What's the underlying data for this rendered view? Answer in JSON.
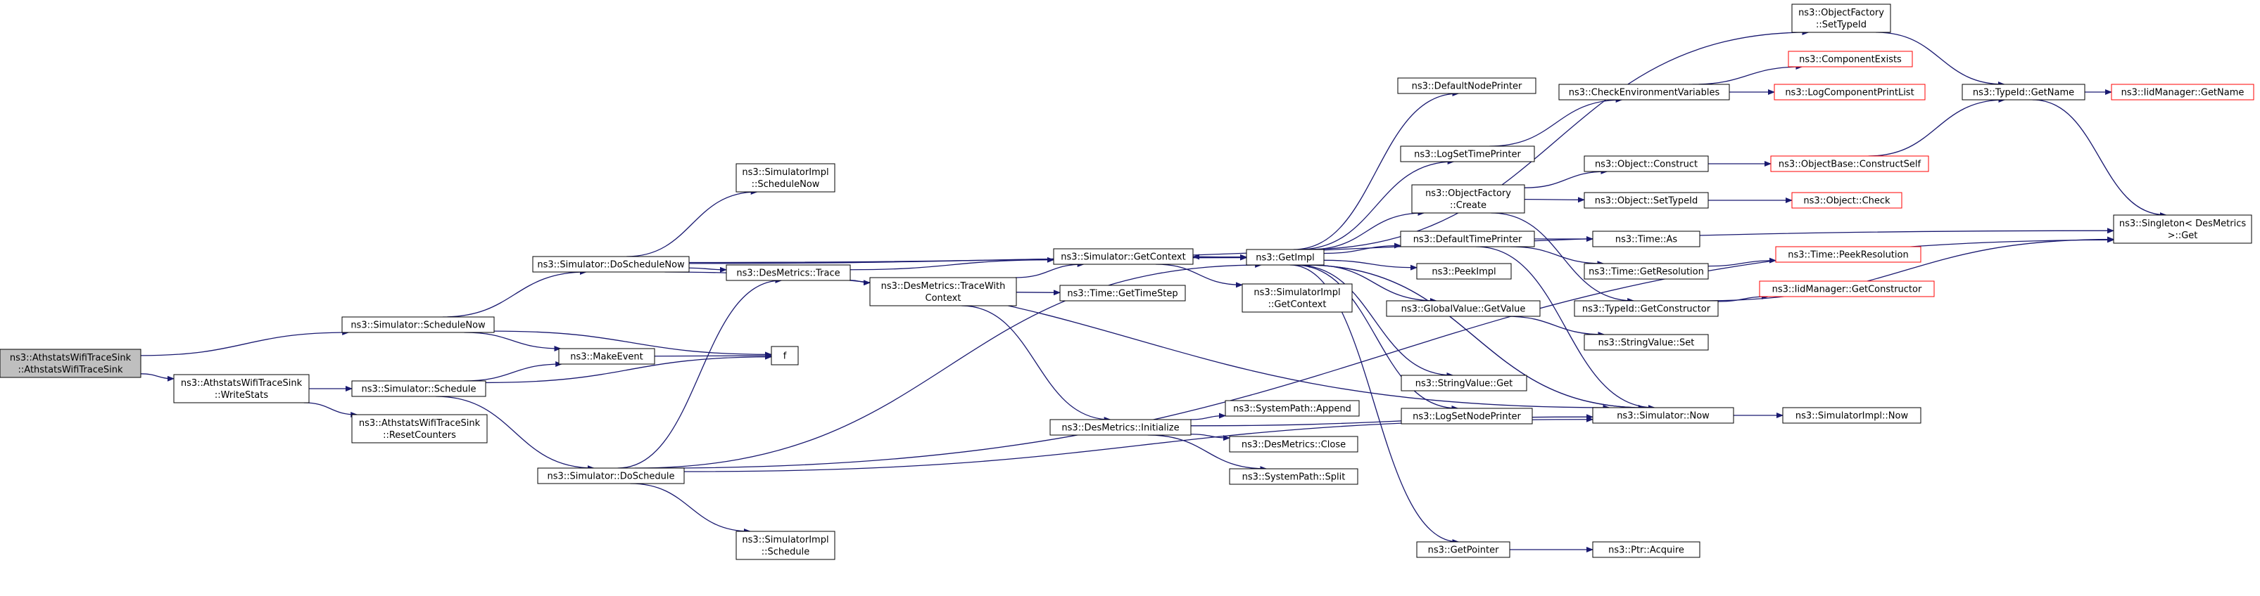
{
  "colors": {
    "edge": "#191970",
    "node_border": "#000000",
    "node_border_truncated": "#ff0000",
    "node_fill": "#ffffff",
    "root_fill": "#bfbfbf"
  },
  "nodes": [
    {
      "id": "root",
      "lines": [
        "ns3::AthstatsWifiTraceSink",
        "::AthstatsWifiTraceSink"
      ],
      "root": true
    },
    {
      "id": "writestats",
      "lines": [
        "ns3::AthstatsWifiTraceSink",
        "::WriteStats"
      ]
    },
    {
      "id": "resetcounters",
      "lines": [
        "ns3::AthstatsWifiTraceSink",
        "::ResetCounters"
      ]
    },
    {
      "id": "schedulenow",
      "lines": [
        "ns3::Simulator::ScheduleNow"
      ]
    },
    {
      "id": "schedule",
      "lines": [
        "ns3::Simulator::Schedule"
      ]
    },
    {
      "id": "doschedulenow",
      "lines": [
        "ns3::Simulator::DoScheduleNow"
      ]
    },
    {
      "id": "doschedule",
      "lines": [
        "ns3::Simulator::DoSchedule"
      ]
    },
    {
      "id": "implschedulenow",
      "lines": [
        "ns3::SimulatorImpl",
        "::ScheduleNow"
      ]
    },
    {
      "id": "implschedule",
      "lines": [
        "ns3::SimulatorImpl",
        "::Schedule"
      ]
    },
    {
      "id": "makeevent",
      "lines": [
        "ns3::MakeEvent"
      ]
    },
    {
      "id": "f",
      "lines": [
        "f"
      ]
    },
    {
      "id": "trace",
      "lines": [
        "ns3::DesMetrics::Trace"
      ]
    },
    {
      "id": "tracewith",
      "lines": [
        "ns3::DesMetrics::TraceWith",
        "Context"
      ]
    },
    {
      "id": "gettimestep",
      "lines": [
        "ns3::Time::GetTimeStep"
      ]
    },
    {
      "id": "getcontext",
      "lines": [
        "ns3::Simulator::GetContext"
      ]
    },
    {
      "id": "initialize",
      "lines": [
        "ns3::DesMetrics::Initialize"
      ]
    },
    {
      "id": "append",
      "lines": [
        "ns3::SystemPath::Append"
      ]
    },
    {
      "id": "close",
      "lines": [
        "ns3::DesMetrics::Close"
      ]
    },
    {
      "id": "split",
      "lines": [
        "ns3::SystemPath::Split"
      ]
    },
    {
      "id": "implgetcontext",
      "lines": [
        "ns3::SimulatorImpl",
        "::GetContext"
      ]
    },
    {
      "id": "getimpl",
      "lines": [
        "ns3::GetImpl"
      ]
    },
    {
      "id": "defaultnodeprinter",
      "lines": [
        "ns3::DefaultNodePrinter"
      ]
    },
    {
      "id": "logsettimeprinter",
      "lines": [
        "ns3::LogSetTimePrinter"
      ]
    },
    {
      "id": "ofcreate",
      "lines": [
        "ns3::ObjectFactory",
        "::Create"
      ]
    },
    {
      "id": "defaulttimeprinter",
      "lines": [
        "ns3::DefaultTimePrinter"
      ]
    },
    {
      "id": "peekimpl",
      "lines": [
        "ns3::PeekImpl"
      ]
    },
    {
      "id": "gvgetvalue",
      "lines": [
        "ns3::GlobalValue::GetValue"
      ]
    },
    {
      "id": "svget",
      "lines": [
        "ns3::StringValue::Get"
      ]
    },
    {
      "id": "logsetnodeprinter",
      "lines": [
        "ns3::LogSetNodePrinter"
      ]
    },
    {
      "id": "getpointer",
      "lines": [
        "ns3::GetPointer"
      ]
    },
    {
      "id": "ofsettypeid",
      "lines": [
        "ns3::ObjectFactory",
        "::SetTypeId"
      ]
    },
    {
      "id": "checkenv",
      "lines": [
        "ns3::CheckEnvironmentVariables"
      ]
    },
    {
      "id": "objconstruct",
      "lines": [
        "ns3::Object::Construct"
      ]
    },
    {
      "id": "objsettypeid",
      "lines": [
        "ns3::Object::SetTypeId"
      ]
    },
    {
      "id": "timeas",
      "lines": [
        "ns3::Time::As"
      ]
    },
    {
      "id": "getresolution",
      "lines": [
        "ns3::Time::GetResolution"
      ]
    },
    {
      "id": "getconstructor",
      "lines": [
        "ns3::TypeId::GetConstructor"
      ]
    },
    {
      "id": "svset",
      "lines": [
        "ns3::StringValue::Set"
      ]
    },
    {
      "id": "simnow",
      "lines": [
        "ns3::Simulator::Now"
      ]
    },
    {
      "id": "ptracquire",
      "lines": [
        "ns3::Ptr::Acquire"
      ]
    },
    {
      "id": "componentexists",
      "lines": [
        "ns3::ComponentExists"
      ],
      "truncated": true
    },
    {
      "id": "logcomponentprintlist",
      "lines": [
        "ns3::LogComponentPrintList"
      ],
      "truncated": true
    },
    {
      "id": "constructself",
      "lines": [
        "ns3::ObjectBase::ConstructSelf"
      ],
      "truncated": true
    },
    {
      "id": "objcheck",
      "lines": [
        "ns3::Object::Check"
      ],
      "truncated": true
    },
    {
      "id": "peekresolution",
      "lines": [
        "ns3::Time::PeekResolution"
      ],
      "truncated": true
    },
    {
      "id": "iidgetconstructor",
      "lines": [
        "ns3::IidManager::GetConstructor"
      ],
      "truncated": true
    },
    {
      "id": "implnow",
      "lines": [
        "ns3::SimulatorImpl::Now"
      ]
    },
    {
      "id": "typeidgetname",
      "lines": [
        "ns3::TypeId::GetName"
      ]
    },
    {
      "id": "iidgetname",
      "lines": [
        "ns3::IidManager::GetName"
      ],
      "truncated": true
    },
    {
      "id": "singletonget",
      "lines": [
        "ns3::Singleton< DesMetrics",
        " >::Get"
      ]
    }
  ],
  "edges": [
    [
      "root",
      "schedulenow"
    ],
    [
      "root",
      "writestats"
    ],
    [
      "writestats",
      "schedule"
    ],
    [
      "writestats",
      "resetcounters"
    ],
    [
      "schedulenow",
      "doschedulenow"
    ],
    [
      "schedulenow",
      "makeevent"
    ],
    [
      "schedulenow",
      "f"
    ],
    [
      "schedule",
      "makeevent"
    ],
    [
      "schedule",
      "f"
    ],
    [
      "schedule",
      "doschedule"
    ],
    [
      "makeevent",
      "f"
    ],
    [
      "doschedulenow",
      "singletonget"
    ],
    [
      "doschedulenow",
      "implschedulenow"
    ],
    [
      "doschedulenow",
      "getimpl"
    ],
    [
      "doschedulenow",
      "trace"
    ],
    [
      "doschedulenow",
      "simnow"
    ],
    [
      "doschedule",
      "trace"
    ],
    [
      "doschedule",
      "getimpl"
    ],
    [
      "doschedule",
      "simnow"
    ],
    [
      "doschedule",
      "implschedule"
    ],
    [
      "doschedule",
      "singletonget"
    ],
    [
      "trace",
      "getcontext"
    ],
    [
      "trace",
      "tracewith"
    ],
    [
      "tracewith",
      "getcontext"
    ],
    [
      "tracewith",
      "gettimestep"
    ],
    [
      "tracewith",
      "initialize"
    ],
    [
      "initialize",
      "append"
    ],
    [
      "initialize",
      "close"
    ],
    [
      "initialize",
      "split"
    ],
    [
      "initialize",
      "simnow"
    ],
    [
      "getcontext",
      "getimpl"
    ],
    [
      "getcontext",
      "implgetcontext"
    ],
    [
      "getimpl",
      "getcontext"
    ],
    [
      "getimpl",
      "defaultnodeprinter"
    ],
    [
      "getimpl",
      "logsettimeprinter"
    ],
    [
      "getimpl",
      "ofcreate"
    ],
    [
      "getimpl",
      "defaulttimeprinter"
    ],
    [
      "getimpl",
      "peekimpl"
    ],
    [
      "getimpl",
      "gvgetvalue"
    ],
    [
      "getimpl",
      "svget"
    ],
    [
      "getimpl",
      "logsetnodeprinter"
    ],
    [
      "getimpl",
      "simnow"
    ],
    [
      "getimpl",
      "getpointer"
    ],
    [
      "getimpl",
      "ofsettypeid"
    ],
    [
      "logsettimeprinter",
      "checkenv"
    ],
    [
      "checkenv",
      "componentexists"
    ],
    [
      "checkenv",
      "logcomponentprintlist"
    ],
    [
      "ofcreate",
      "objconstruct"
    ],
    [
      "ofcreate",
      "objsettypeid"
    ],
    [
      "ofcreate",
      "getconstructor"
    ],
    [
      "objconstruct",
      "constructself"
    ],
    [
      "objsettypeid",
      "objcheck"
    ],
    [
      "defaulttimeprinter",
      "timeas"
    ],
    [
      "defaulttimeprinter",
      "getresolution"
    ],
    [
      "defaulttimeprinter",
      "simnow"
    ],
    [
      "getresolution",
      "peekresolution"
    ],
    [
      "gvgetvalue",
      "svset"
    ],
    [
      "getconstructor",
      "iidgetconstructor"
    ],
    [
      "getconstructor",
      "singletonget"
    ],
    [
      "simnow",
      "getimpl"
    ],
    [
      "simnow",
      "implnow"
    ],
    [
      "getpointer",
      "ptracquire"
    ],
    [
      "ofsettypeid",
      "typeidgetname"
    ],
    [
      "constructself",
      "typeidgetname"
    ],
    [
      "typeidgetname",
      "iidgetname"
    ],
    [
      "typeidgetname",
      "singletonget"
    ]
  ]
}
